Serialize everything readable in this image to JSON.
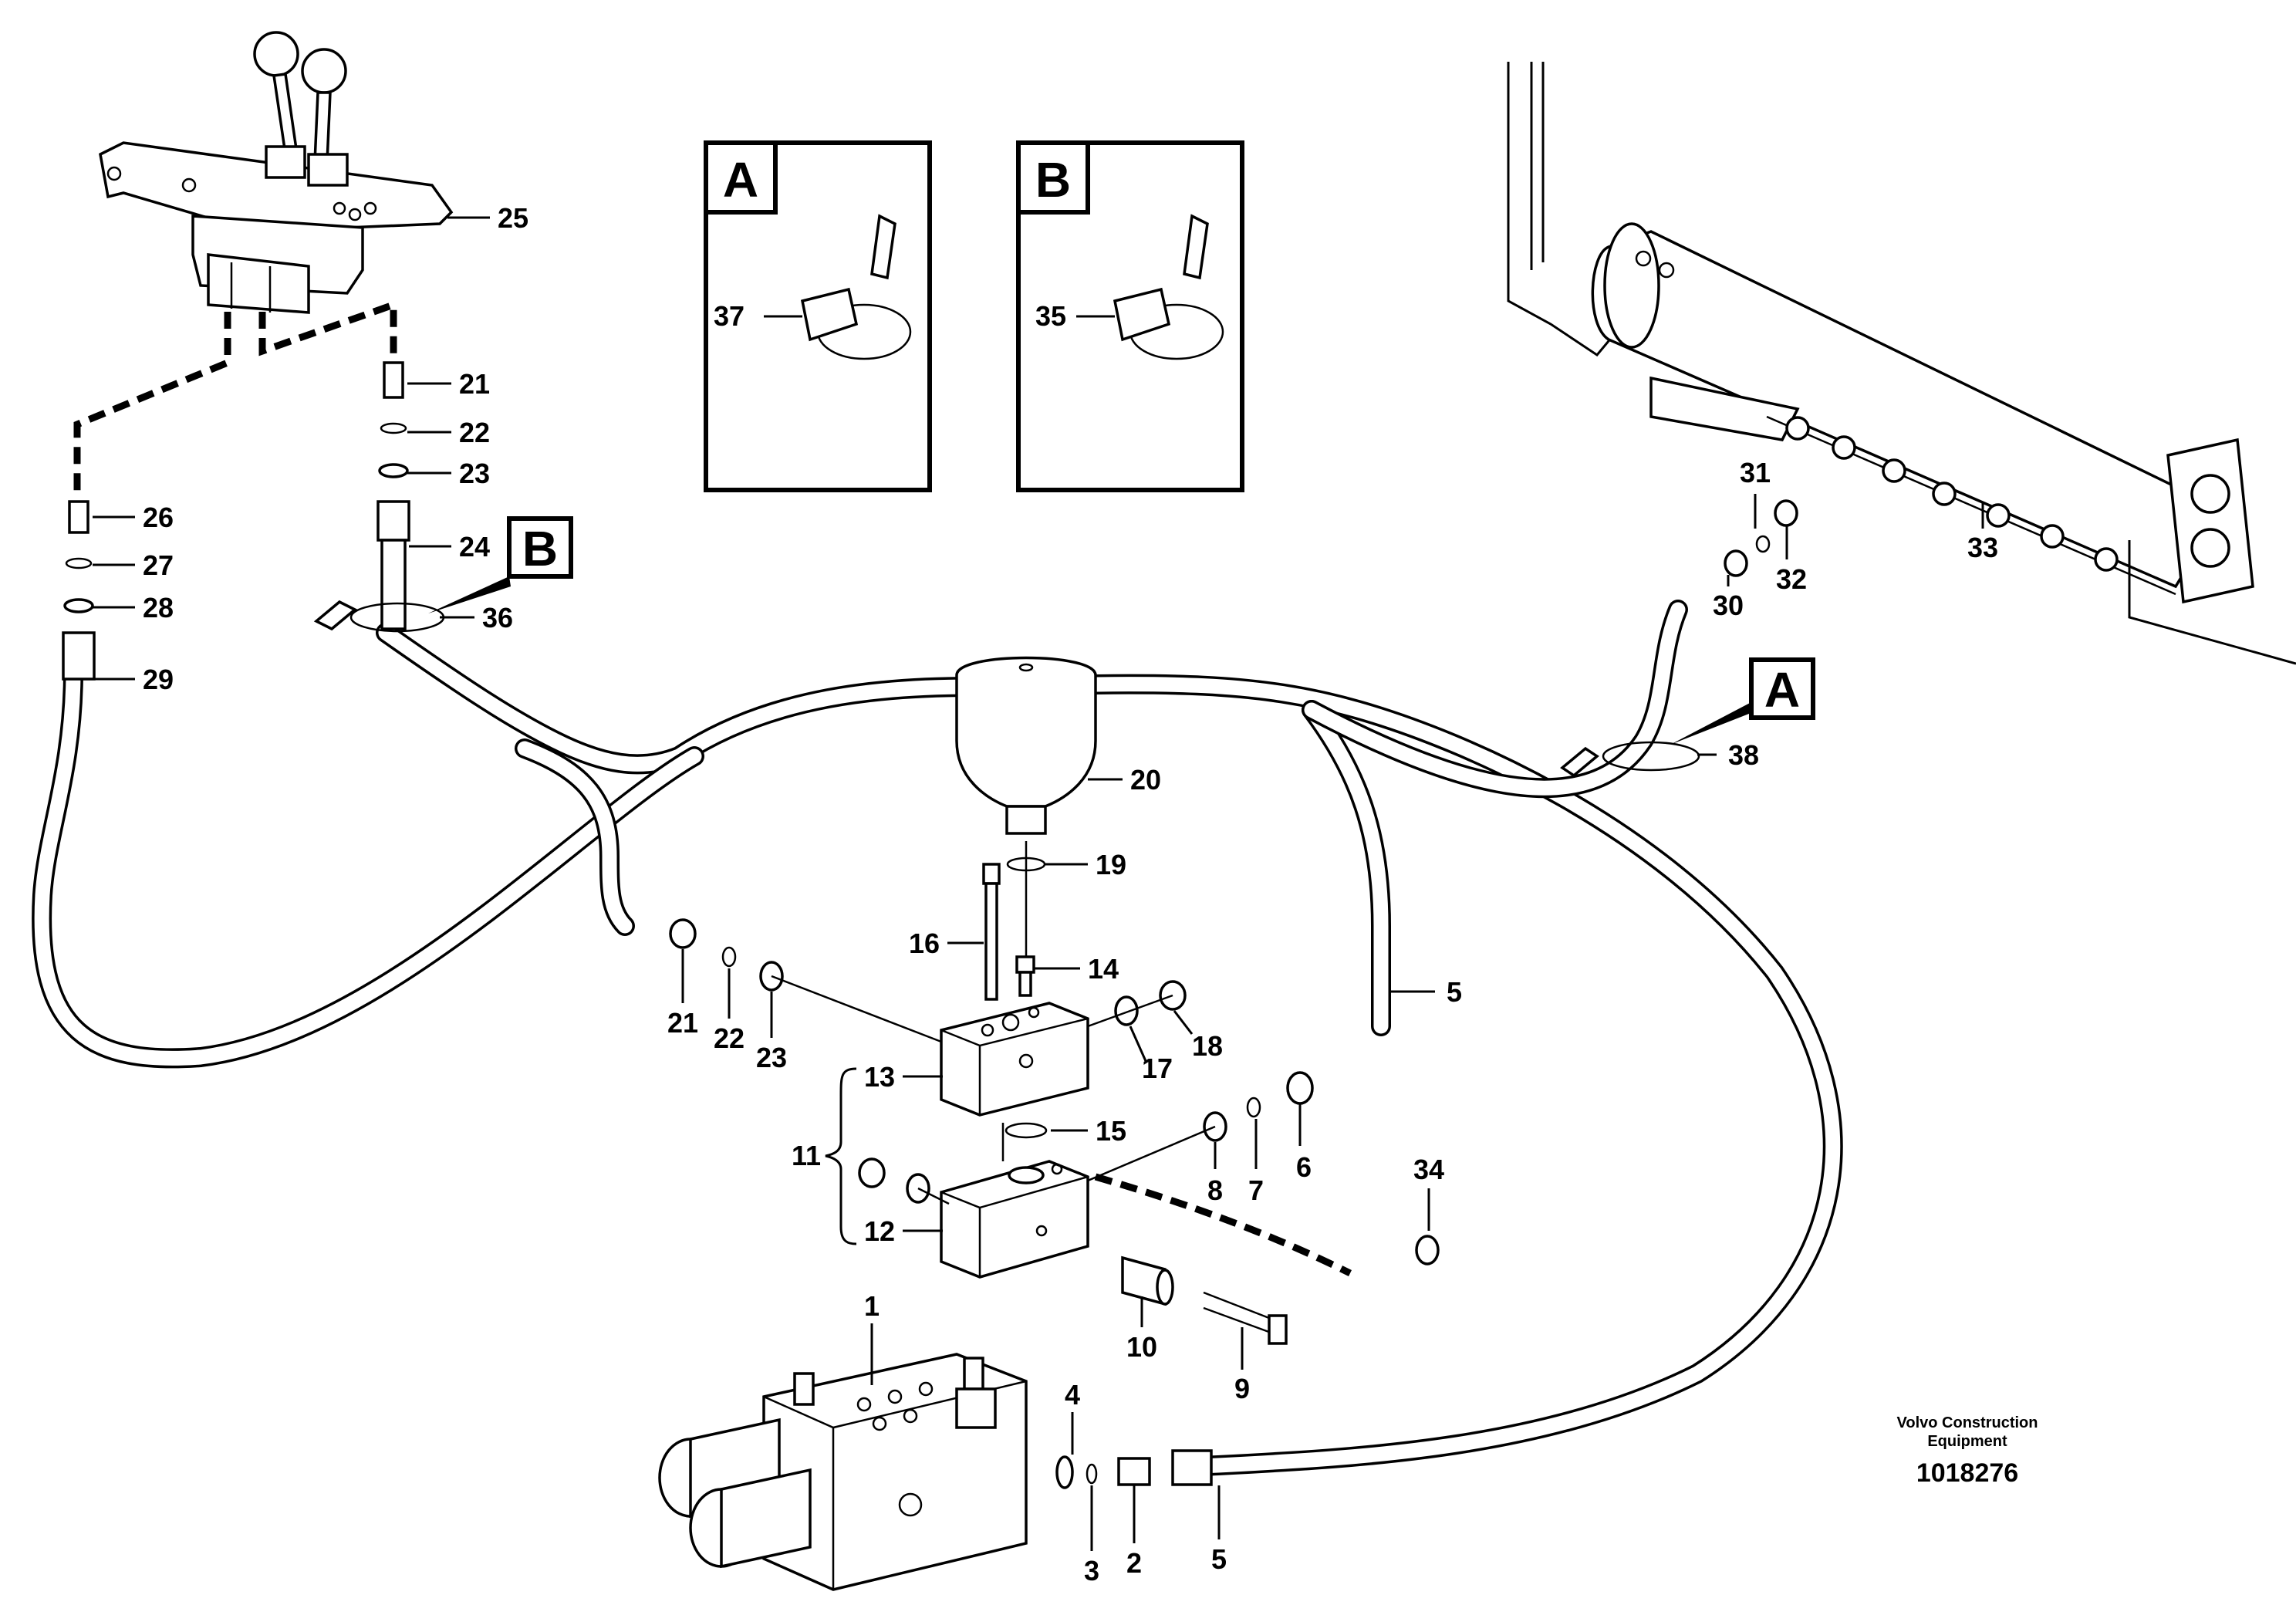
{
  "detail_boxes": [
    {
      "letter": "A",
      "part": "37"
    },
    {
      "letter": "B",
      "part": "35"
    }
  ],
  "view_markers": [
    {
      "letter": "B"
    },
    {
      "letter": "A"
    }
  ],
  "callouts": [
    "25",
    "21",
    "22",
    "23",
    "26",
    "27",
    "28",
    "24",
    "36",
    "29",
    "31",
    "32",
    "33",
    "30",
    "38",
    "20",
    "19",
    "16",
    "14",
    "5",
    "21",
    "22",
    "23",
    "18",
    "17",
    "13",
    "15",
    "11",
    "8",
    "7",
    "6",
    "34",
    "12",
    "10",
    "9",
    "1",
    "4",
    "3",
    "2",
    "5"
  ],
  "footer": {
    "company_line1": "Volvo Construction",
    "company_line2": "Equipment",
    "drawing_number": "1018276"
  }
}
